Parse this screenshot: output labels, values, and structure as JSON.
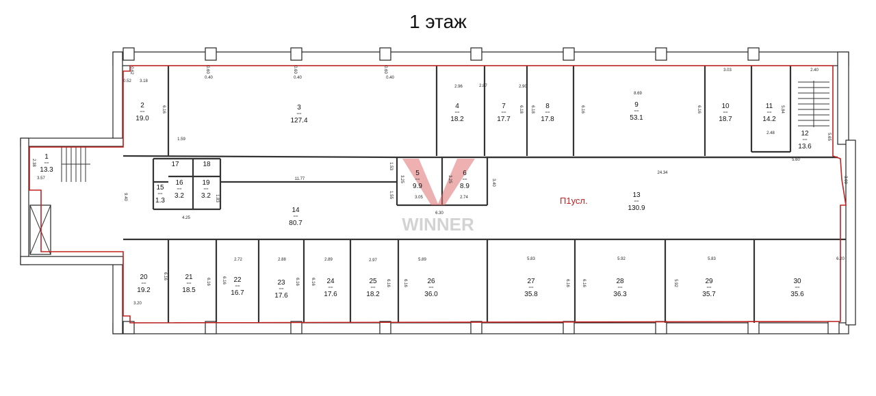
{
  "title": "1 этаж",
  "premise_label": "П1усл.",
  "watermark": "WINNER",
  "colors": {
    "outline": "#c3201f",
    "walls": "#222222",
    "premise_label": "#c3201f",
    "watermark": "#e07070"
  },
  "rooms": [
    {
      "num": "1",
      "area": "13.3"
    },
    {
      "num": "2",
      "area": "19.0"
    },
    {
      "num": "3",
      "area": "127.4"
    },
    {
      "num": "4",
      "area": "18.2"
    },
    {
      "num": "5",
      "area": "9.9"
    },
    {
      "num": "6",
      "area": "8.9"
    },
    {
      "num": "7",
      "area": "17.7"
    },
    {
      "num": "8",
      "area": "17.8"
    },
    {
      "num": "9",
      "area": "53.1"
    },
    {
      "num": "10",
      "area": "18.7"
    },
    {
      "num": "11",
      "area": "14.2"
    },
    {
      "num": "12",
      "area": "13.6"
    },
    {
      "num": "13",
      "area": "130.9"
    },
    {
      "num": "14",
      "area": "80.7"
    },
    {
      "num": "15",
      "area": "1.3"
    },
    {
      "num": "16",
      "area": "3.2"
    },
    {
      "num": "17",
      "area": ""
    },
    {
      "num": "18",
      "area": ""
    },
    {
      "num": "19",
      "area": "3.2"
    },
    {
      "num": "20",
      "area": "19.2"
    },
    {
      "num": "21",
      "area": "18.5"
    },
    {
      "num": "22",
      "area": "16.7"
    },
    {
      "num": "23",
      "area": "17.6"
    },
    {
      "num": "24",
      "area": "17.6"
    },
    {
      "num": "25",
      "area": "18.2"
    },
    {
      "num": "26",
      "area": "36.0"
    },
    {
      "num": "27",
      "area": "35.8"
    },
    {
      "num": "28",
      "area": "36.3"
    },
    {
      "num": "29",
      "area": "35.7"
    },
    {
      "num": "30",
      "area": "35.6"
    }
  ],
  "dimensions": [
    "3.18",
    "0.52",
    "0.62",
    "6.16",
    "2.96",
    "2.87",
    "2.90",
    "8.69",
    "3.03",
    "2.40",
    "2.48",
    "5.60",
    "24.34",
    "11.77",
    "6.30",
    "9.40",
    "4.25",
    "1.59",
    "3.40",
    "3.00",
    "2.72",
    "2.88",
    "2.89",
    "2.97",
    "5.89",
    "5.83",
    "5.92",
    "5.83",
    "6.20",
    "3.20",
    "2.38",
    "3.57",
    "6.18",
    "6.18",
    "6.16",
    "6.16",
    "5.84",
    "5.65",
    "3.25",
    "3.25",
    "3.05",
    "2.74",
    "1.53",
    "1.55",
    "1.83",
    "0.40",
    "0.40",
    "0.40",
    "0.60",
    "0.60",
    "0.60",
    "6.16",
    "6.16",
    "6.16",
    "6.16",
    "6.16",
    "6.16",
    "6.16",
    "6.16",
    "6.16",
    "5.92"
  ]
}
